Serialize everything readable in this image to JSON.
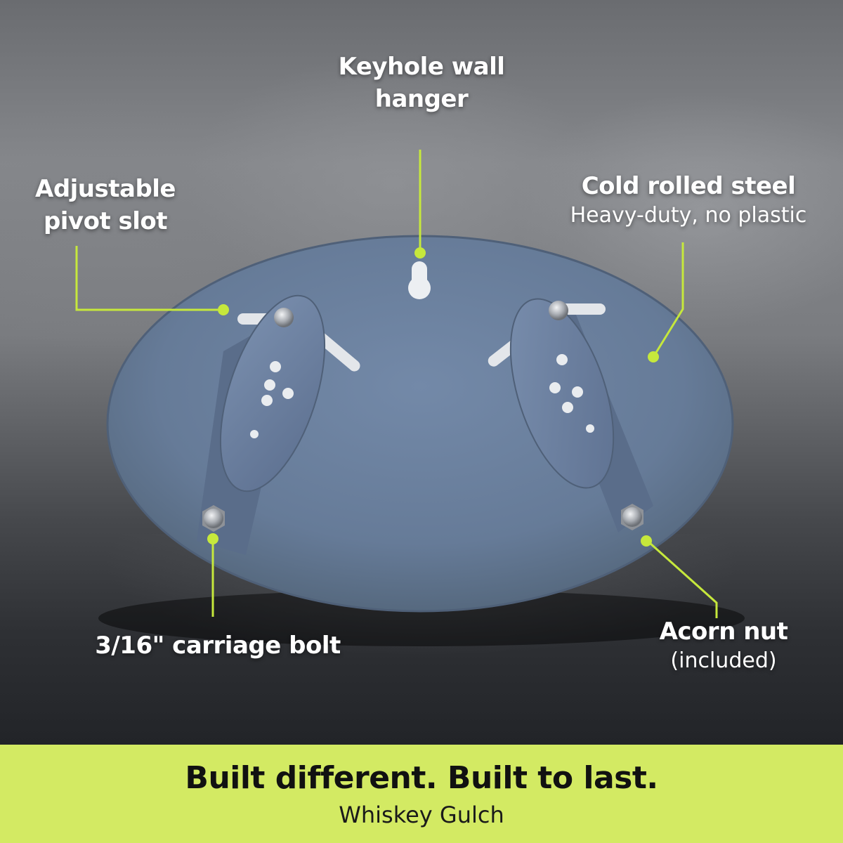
{
  "labels": {
    "keyhole": {
      "title": "Keyhole wall\nhanger"
    },
    "pivot": {
      "title": "Adjustable\npivot slot"
    },
    "steel": {
      "title": "Cold rolled steel",
      "subtitle": "Heavy-duty, no plastic"
    },
    "bolt": {
      "title": "3/16\" carriage bolt"
    },
    "acorn": {
      "title": "Acorn nut",
      "subtitle": "(included)"
    }
  },
  "banner": {
    "tagline": "Built different. Built to last.",
    "brand": "Whiskey Gulch"
  },
  "colors": {
    "accent": "#c6e83c",
    "banner": "#d3ea63",
    "plate": "#6e82a0",
    "bracket": "#6b7f9c"
  },
  "icons": {
    "keyhole": "keyhole-icon",
    "nut": "acorn-nut-icon",
    "bolt": "carriage-bolt-icon"
  }
}
